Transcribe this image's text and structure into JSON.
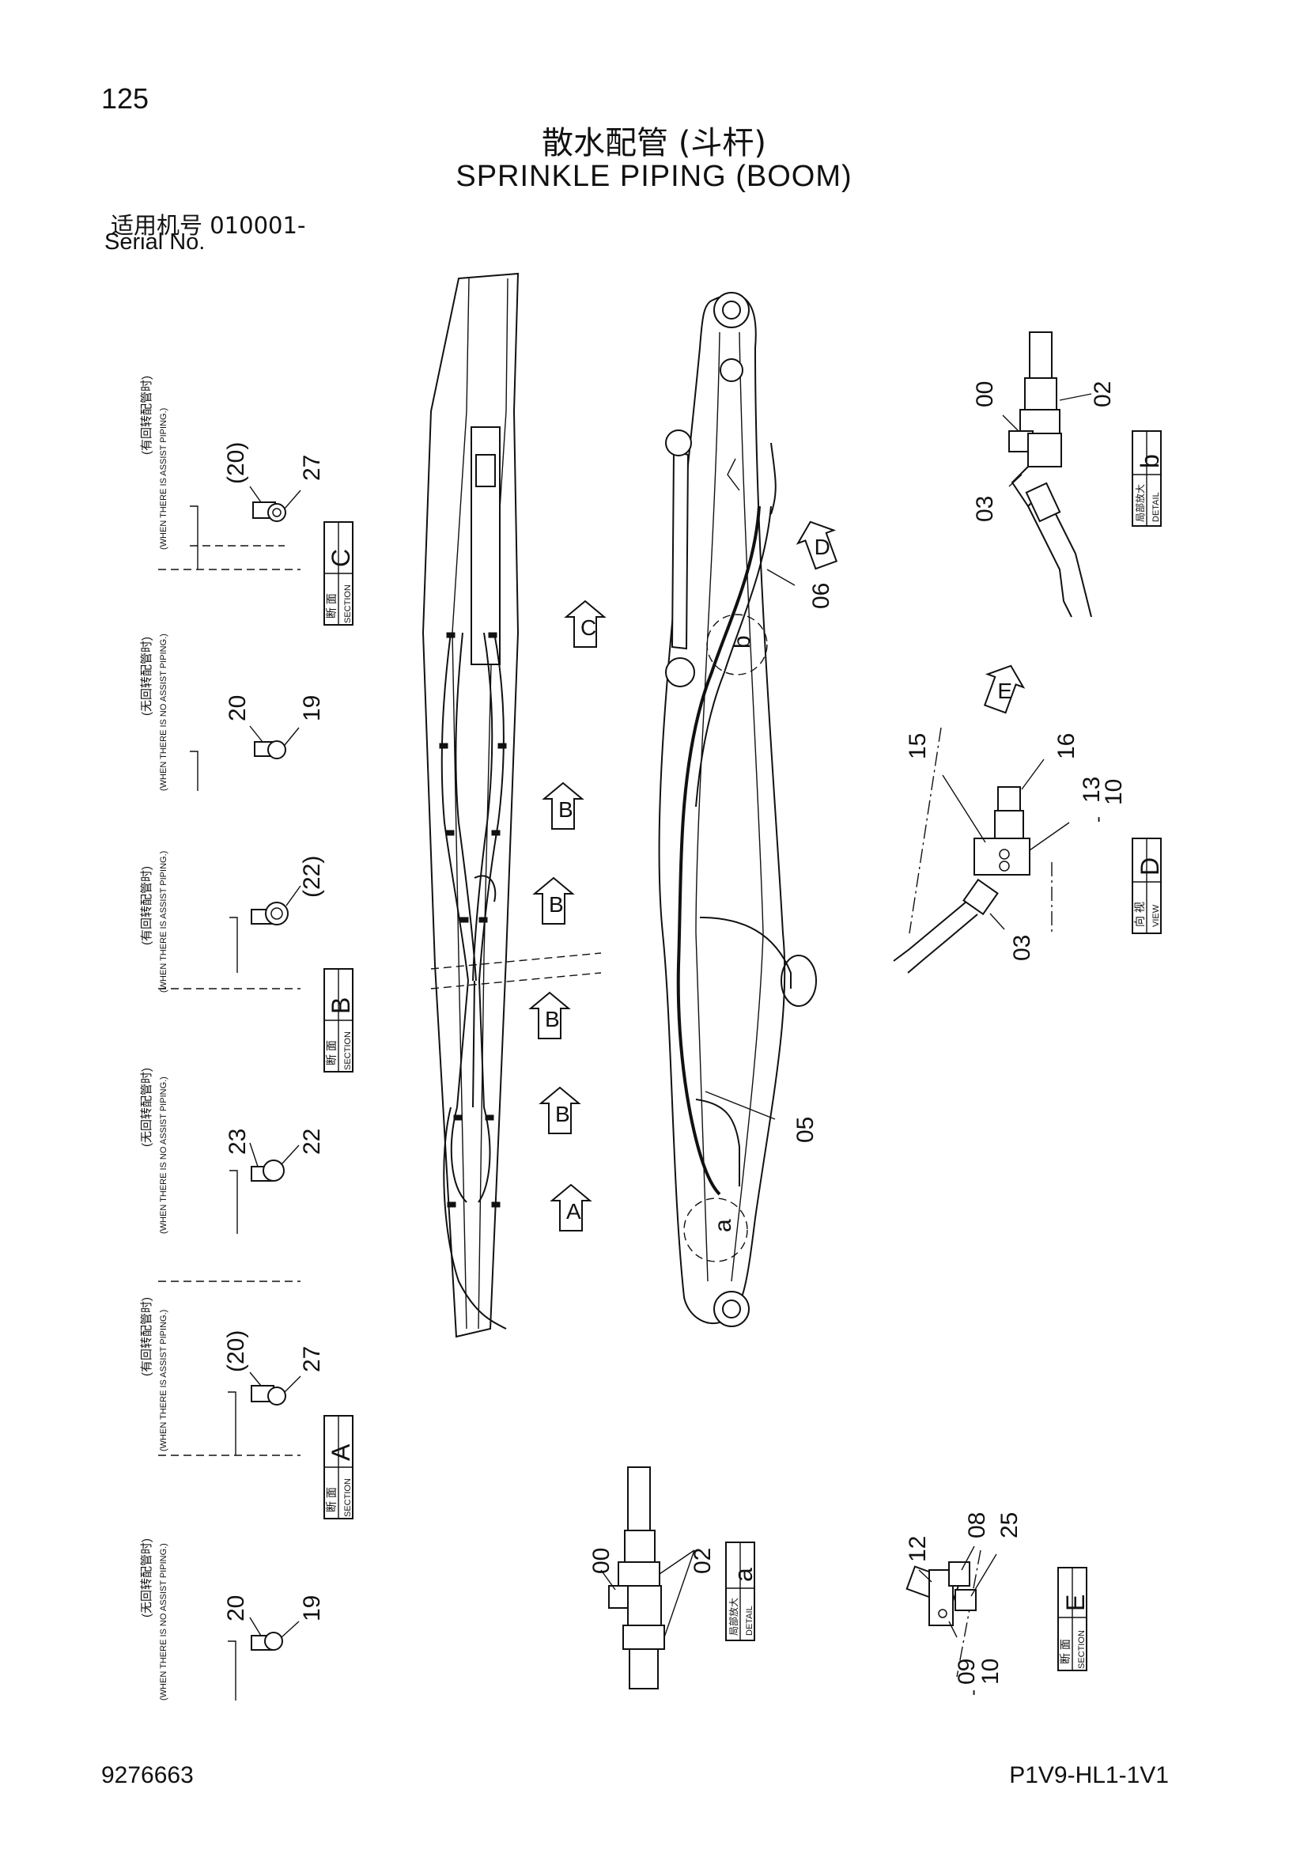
{
  "page": {
    "number": "125",
    "title_zh": "散水配管 (斗杆)",
    "title_en": "SPRINKLE  PIPING (BOOM)",
    "serial_label_zh": "适用机号",
    "serial_range": "010001-",
    "serial_label_en": "Serial No.",
    "doc_number": "9276663",
    "model_code": "P1V9-HL1-1V1"
  },
  "sections": [
    {
      "id": "C",
      "label_zh": "断 面",
      "label_en": "SECTION",
      "letter": "C",
      "cond_no_assist_zh": "(无回转配管时)",
      "cond_no_assist_en": "(WHEN THERE IS NO ASSIST PIPING.)",
      "cond_assist_zh": "(有回转配管时)",
      "cond_assist_en": "(WHEN THERE IS ASSIST PIPING.)",
      "no_assist_parts": [
        "20",
        "19"
      ],
      "assist_parts": [
        "(20)",
        "27"
      ]
    },
    {
      "id": "B",
      "label_zh": "断 面",
      "label_en": "SECTION",
      "letter": "B",
      "cond_no_assist_zh": "(无回转配管时)",
      "cond_no_assist_en": "(WHEN THERE IS NO ASSIST PIPING.)",
      "cond_assist_zh": "(有回转配管时)",
      "cond_assist_en": "(WHEN THERE IS ASSIST PIPING.)",
      "no_assist_parts": [
        "23",
        "22"
      ],
      "assist_parts": [
        "(22)"
      ]
    },
    {
      "id": "A",
      "label_zh": "断 面",
      "label_en": "SECTION",
      "letter": "A",
      "cond_no_assist_zh": "(无回转配管时)",
      "cond_no_assist_en": "(WHEN THERE IS NO ASSIST PIPING.)",
      "cond_assist_zh": "(有回转配管时)",
      "cond_assist_en": "(WHEN THERE IS ASSIST PIPING.)",
      "no_assist_parts": [
        "20",
        "19"
      ],
      "assist_parts": [
        "(20)",
        "27"
      ]
    }
  ],
  "main_view": {
    "arrow_labels": [
      "C",
      "B",
      "B",
      "B",
      "B",
      "A",
      "D",
      "E"
    ],
    "detail_markers": [
      "a",
      "b"
    ],
    "parts": [
      "06",
      "05"
    ]
  },
  "detail_b": {
    "label_zh": "局部放大",
    "label_en": "DETAIL",
    "letter": "b",
    "parts": [
      "00",
      "02",
      "03"
    ]
  },
  "view_d": {
    "label_zh": "向 视",
    "label_en": "VIEW",
    "letter": "D",
    "parts": [
      "15",
      "16",
      "13",
      "-",
      "10",
      "03"
    ]
  },
  "detail_a": {
    "label_zh": "局部放大",
    "label_en": "DETAIL",
    "letter": "a",
    "parts": [
      "00",
      "02"
    ]
  },
  "section_e": {
    "label_zh": "断 面",
    "label_en": "SECTION",
    "letter": "E",
    "parts": [
      "12",
      "08",
      "25",
      "09",
      "-",
      "10"
    ]
  }
}
